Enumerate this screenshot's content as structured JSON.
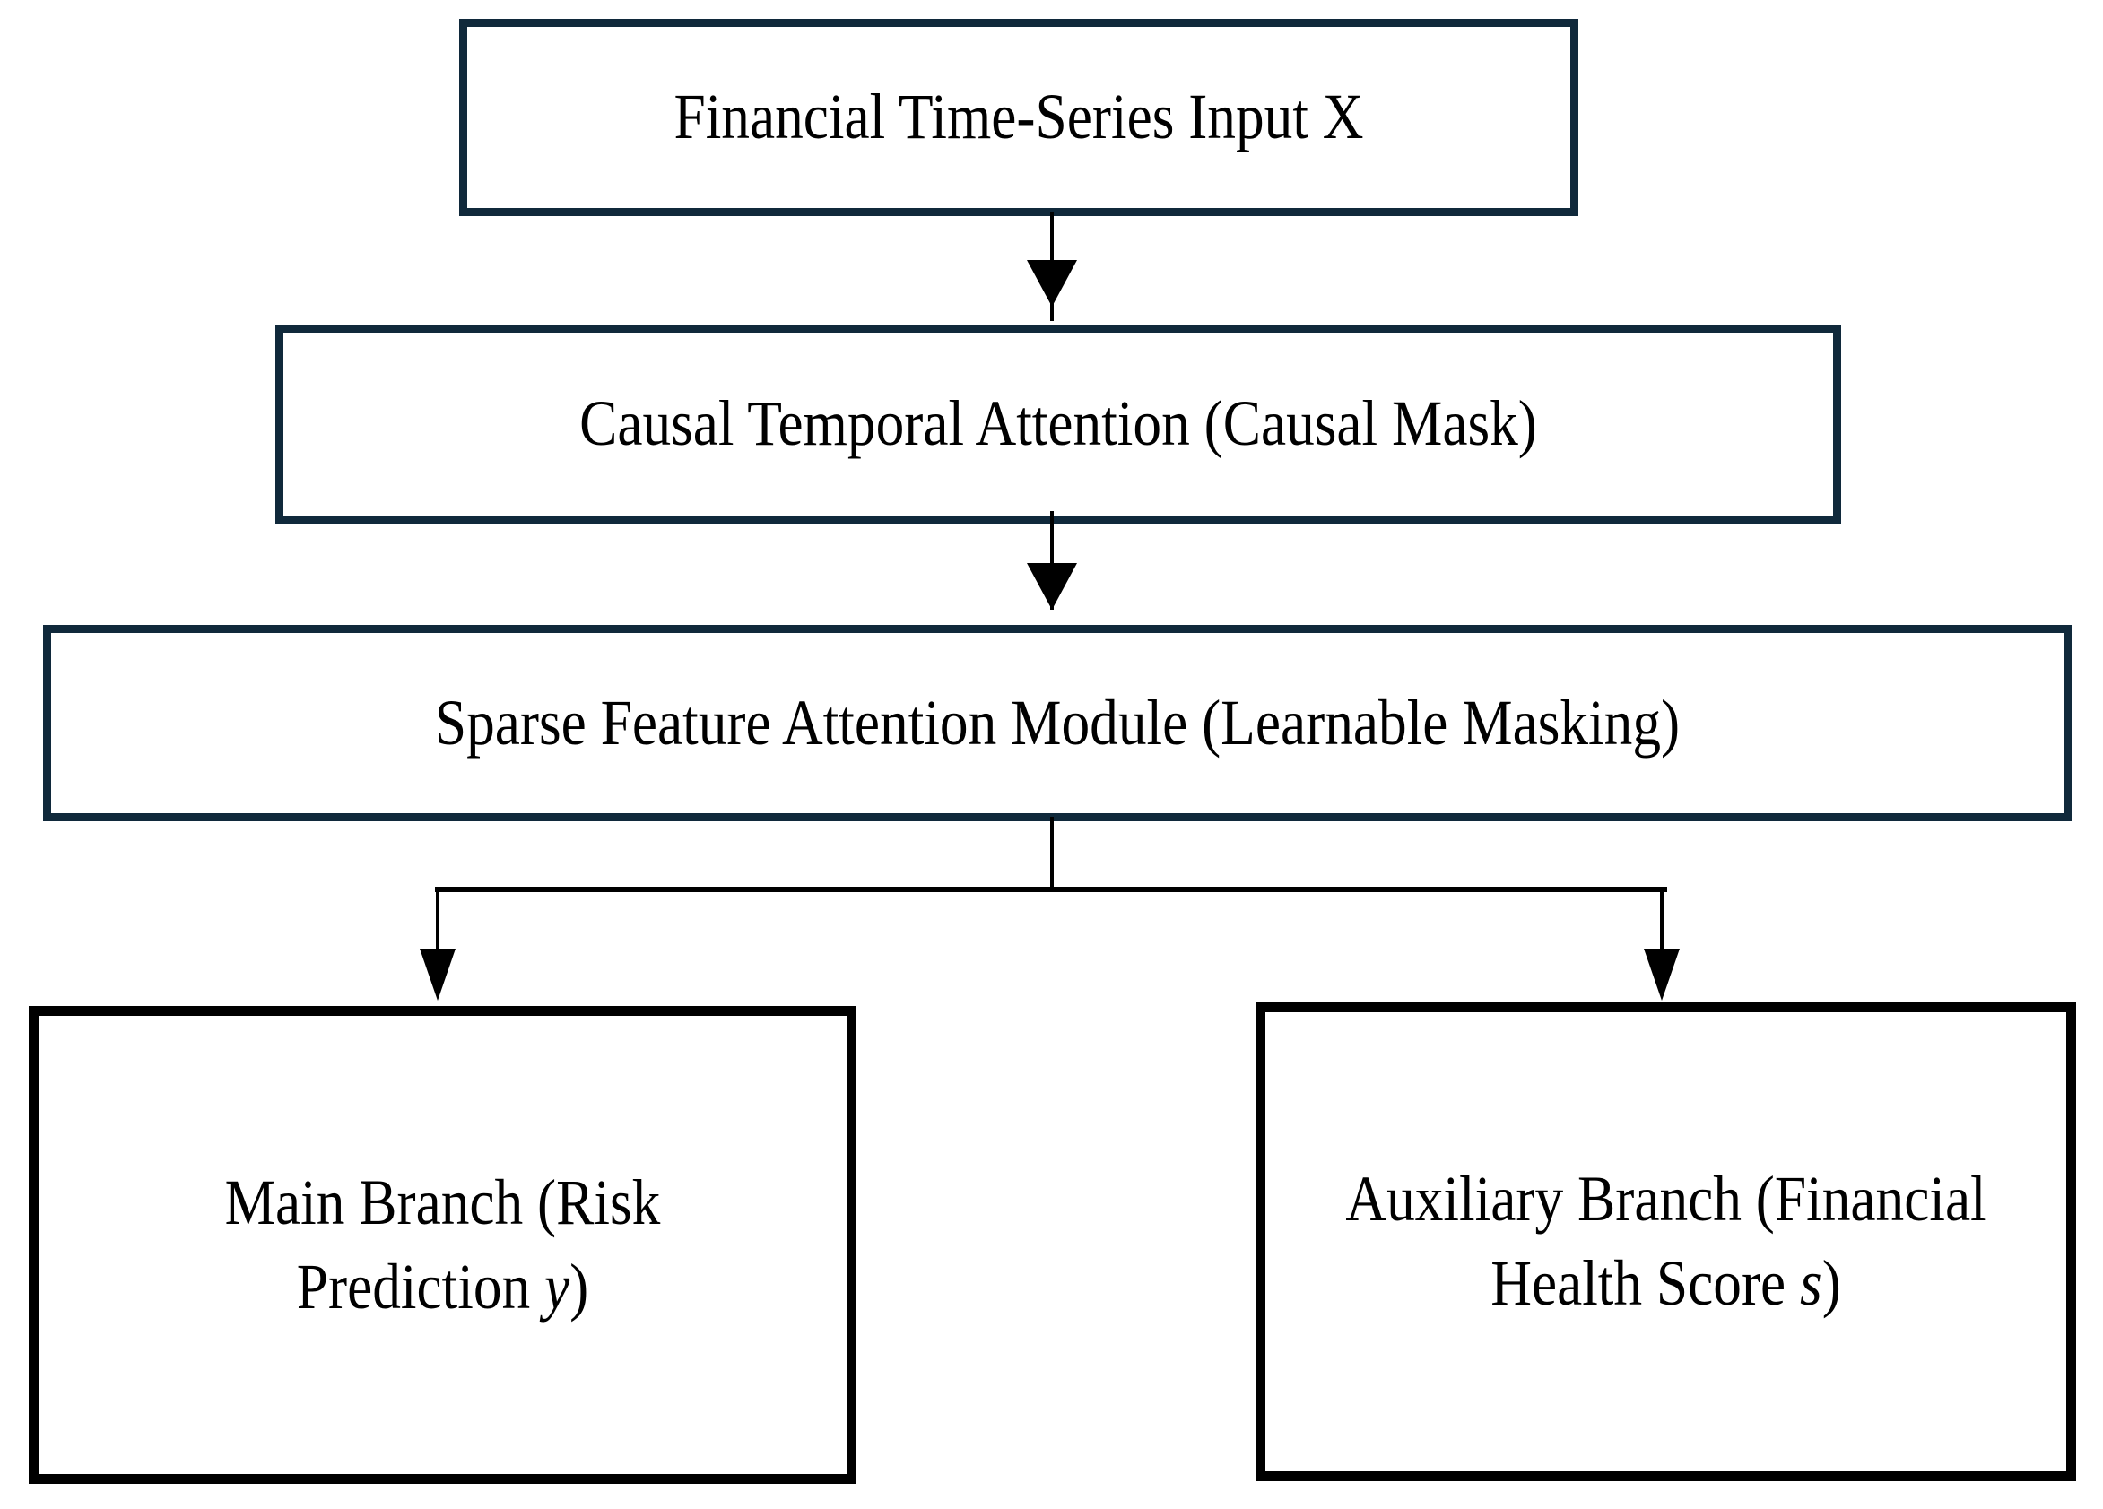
{
  "diagram": {
    "title": "Model architecture flowchart",
    "type": "flowchart",
    "colors": {
      "navy_border": "#10293b",
      "black_border": "#000000",
      "background": "#ffffff",
      "text": "#000000"
    },
    "nodes": [
      {
        "id": "input",
        "label": "Financial Time-Series Input X",
        "border_color": "#10293b"
      },
      {
        "id": "causal",
        "label": "Causal Temporal Attention (Causal Mask)",
        "border_color": "#10293b"
      },
      {
        "id": "sparse",
        "label": "Sparse Feature Attention Module (Learnable Masking)",
        "border_color": "#10293b"
      },
      {
        "id": "main_branch",
        "label_part1": "Main Branch (Risk Prediction ",
        "label_italic": "y",
        "label_part2": ")",
        "border_color": "#000000"
      },
      {
        "id": "aux_branch",
        "label_part1": "Auxiliary Branch (Financial Health Score ",
        "label_italic": "s",
        "label_part2": ")",
        "border_color": "#000000"
      }
    ],
    "edges": [
      {
        "id": "input-to-causal",
        "from": "input",
        "to": "causal",
        "style": "arrow-down"
      },
      {
        "id": "causal-to-sparse",
        "from": "causal",
        "to": "sparse",
        "style": "arrow-down"
      },
      {
        "id": "sparse-to-main",
        "from": "sparse",
        "to": "main_branch",
        "style": "split-arrow-down"
      },
      {
        "id": "sparse-to-aux",
        "from": "sparse",
        "to": "aux_branch",
        "style": "split-arrow-down"
      }
    ]
  }
}
